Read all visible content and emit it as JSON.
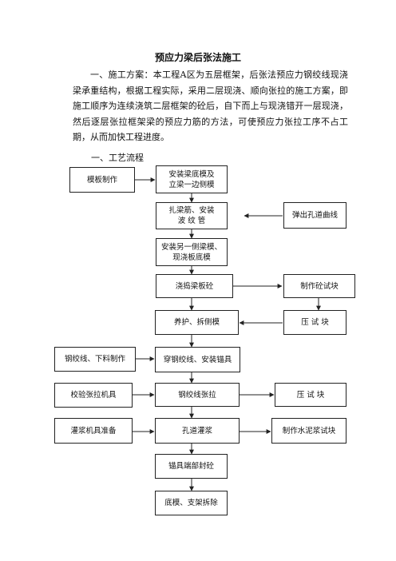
{
  "document": {
    "title": "预应力梁后张法施工",
    "paragraph": "一、施工方案：本工程A区为五层框架，后张法预应力钢绞线现浇梁承重结构，根据工程实际，采用二层现浇、顺向张拉的施工方案，即施工顺序为连续浇筑二层框架的砼后，自下而上与现浇错开一层现浇，然后逐层张拉框架梁的预应力筋的方法，可使预应力张拉工序不占工期，从而加快工程进度。",
    "section_heading": "一、工艺流程"
  },
  "flowchart": {
    "mold_making": "模板制作",
    "install_bottom": "安装梁底模及\n立梁一边侧模",
    "rebar_duct": "扎梁筋、安装\n波 纹 管",
    "duct_curve": "弹出孔道曲线",
    "other_side": "安装另一侧梁模、\n现浇板底模",
    "pour": "浇捣梁板砼",
    "test_block": "制作砼试块",
    "curing": "养护、拆侧模",
    "press_test_1": "压 试 块",
    "strand_cut": "钢绞线、下料制作",
    "thread": "穿钢绞线、安装锚具",
    "calibrate": "校验张拉机具",
    "tension": "钢绞线张拉",
    "press_test_2": "压 试 块",
    "grout_prep": "灌浆机具准备",
    "grouting": "孔道灌浆",
    "mortar_block": "制作水泥浆试块",
    "seal": "锚具端部封砼",
    "remove": "底模、支架拆除"
  }
}
